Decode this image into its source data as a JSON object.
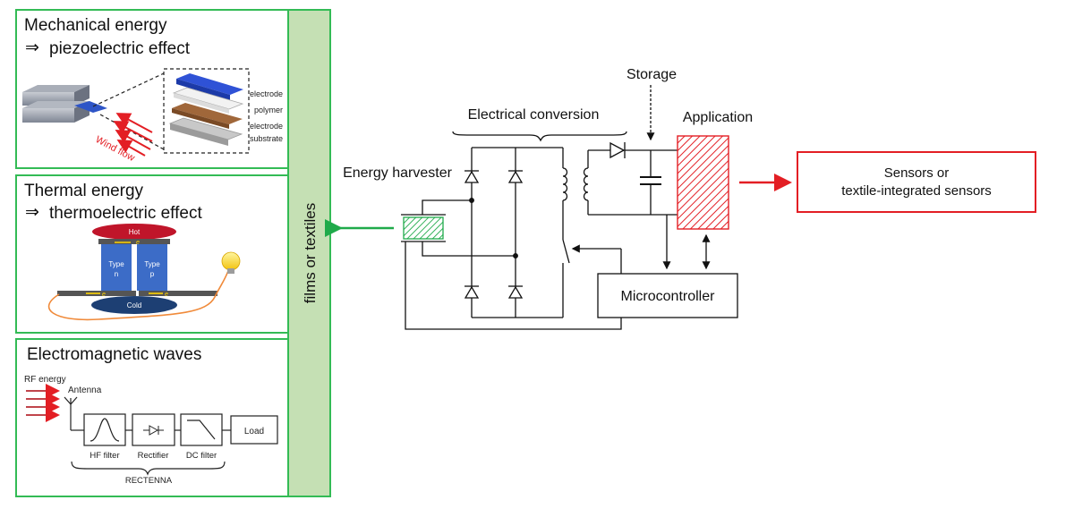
{
  "panels": {
    "mechanical": {
      "title": "Mechanical energy",
      "effect": "piezoelectric effect",
      "arrow": "⇒",
      "layers": [
        "electrode",
        "polymer",
        "electrode",
        "substrate"
      ],
      "wind": "Wind flow"
    },
    "thermal": {
      "title": "Thermal energy",
      "effect": "thermoelectric effect",
      "arrow": "⇒",
      "hot": "Hot",
      "cold": "Cold",
      "type_word": "Type",
      "n": "n",
      "p": "p",
      "e": "e"
    },
    "em": {
      "title": "Electromagnetic waves",
      "rf": "RF energy",
      "antenna": "Antenna",
      "hf": "HF filter",
      "rectifier": "Rectifier",
      "dc": "DC filter",
      "load": "Load",
      "rectenna": "RECTENNA"
    }
  },
  "band_label": "films or textiles",
  "circuit": {
    "storage": "Storage",
    "conversion": "Electrical conversion",
    "application": "Application",
    "harvester": "Energy harvester",
    "micro": "Microcontroller"
  },
  "sensors": {
    "line1": "Sensors or",
    "line2": "textile-integrated sensors"
  },
  "colors": {
    "green_border": "#33bb55",
    "band": "#c5e0b4",
    "red": "#e31e24",
    "green_arrow": "#1faa4a",
    "blue": "#3b64c8",
    "hot": "#c0152a",
    "cold": "#1d3f73",
    "orange": "#f08a3a"
  }
}
